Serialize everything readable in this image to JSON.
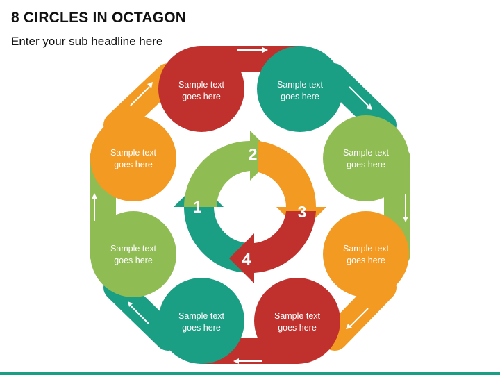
{
  "title": "8 CIRCLES IN OCTAGON",
  "subtitle": "Enter your sub headline here",
  "colors": {
    "red": "#c0312d",
    "teal": "#1a9e84",
    "green": "#8fbc53",
    "orange": "#f29a22"
  },
  "circles": [
    {
      "line1": "Sample text",
      "line2": "goes here",
      "color": "red"
    },
    {
      "line1": "Sample text",
      "line2": "goes here",
      "color": "teal"
    },
    {
      "line1": "Sample text",
      "line2": "goes here",
      "color": "green"
    },
    {
      "line1": "Sample text",
      "line2": "goes here",
      "color": "orange"
    },
    {
      "line1": "Sample text",
      "line2": "goes here",
      "color": "red"
    },
    {
      "line1": "Sample text",
      "line2": "goes here",
      "color": "teal"
    },
    {
      "line1": "Sample text",
      "line2": "goes here",
      "color": "green"
    },
    {
      "line1": "Sample text",
      "line2": "goes here",
      "color": "orange"
    }
  ],
  "cycle_steps": [
    "1",
    "2",
    "3",
    "4"
  ]
}
